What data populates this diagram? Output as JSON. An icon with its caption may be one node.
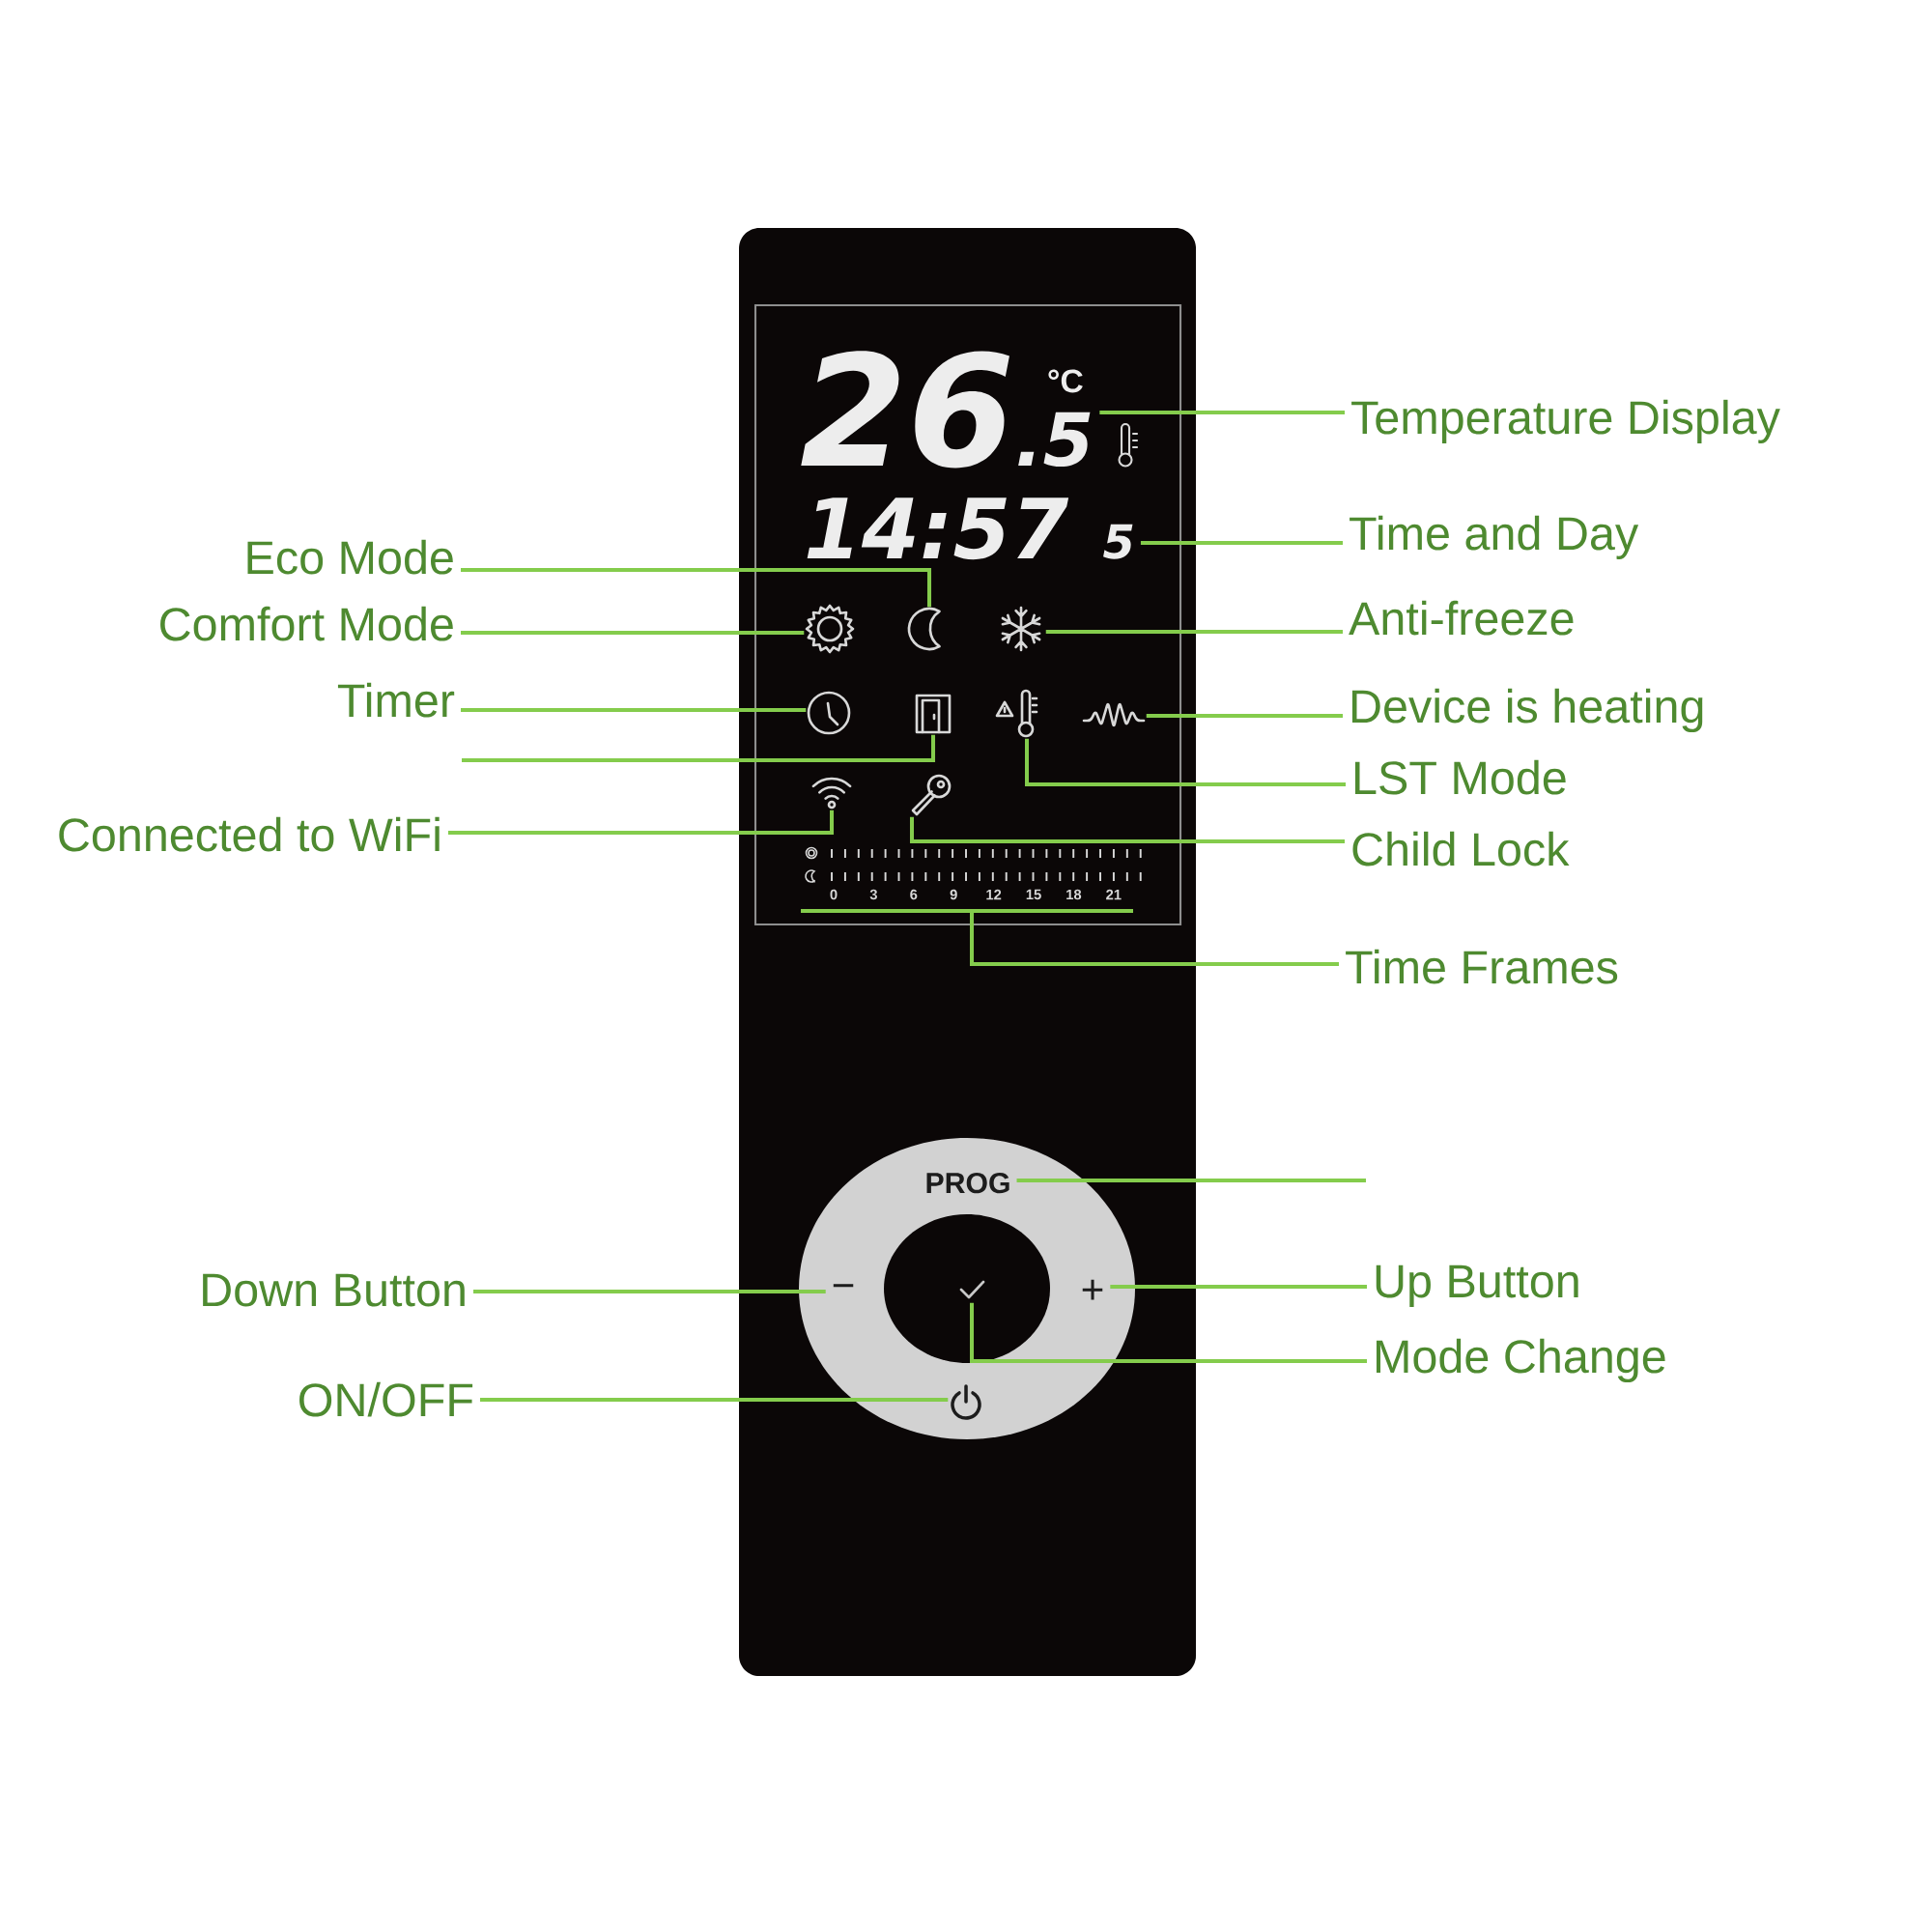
{
  "diagram": {
    "nodes": [
      {
        "text": [
          "26",
          "°C",
          ".5"
        ]
      },
      {
        "text": [
          "Temperature Display"
        ]
      },
      {
        "text": [
          "14:57",
          "5"
        ]
      },
      {
        "text": [
          "Time and Day"
        ]
      },
      {
        "text": [
          "Eco Mode"
        ]
      },
      {
        "text": [],
        "shape": "moon"
      },
      {
        "text": [
          "Comfort Mode"
        ]
      },
      {
        "text": [],
        "shape": "sun"
      },
      {
        "text": [],
        "shape": "snowflake"
      },
      {
        "text": [
          "Anti-freeze"
        ]
      },
      {
        "text": [
          "Timer"
        ]
      },
      {
        "text": [],
        "shape": "clock"
      },
      {
        "text": [],
        "shape": "door"
      },
      {
        "text": [],
        "shape": "thermometer"
      },
      {
        "text": [],
        "shape": "wave"
      },
      {
        "text": [
          "Device is heating"
        ]
      },
      {
        "text": [
          "LST Mode"
        ]
      },
      {
        "text": [],
        "shape": "wifi"
      },
      {
        "text": [],
        "shape": "key"
      },
      {
        "text": [
          "Connected to WiFi"
        ]
      },
      {
        "text": [
          "Child Lock"
        ]
      },
      {
        "text": [],
        "shape": "timeline",
        "beside": [
          "0",
          "3",
          "6",
          "9",
          "12",
          "15",
          "18",
          "21"
        ]
      },
      {
        "text": [
          "Time Frames"
        ]
      },
      {
        "text": [
          "PROG"
        ]
      },
      {
        "text": [
          "Down Button"
        ]
      },
      {
        "text": [
          "−"
        ]
      },
      {
        "text": [],
        "shape": "check"
      },
      {
        "text": [
          "+"
        ]
      },
      {
        "text": [
          "Up Button"
        ]
      },
      {
        "text": [
          "Mode Change"
        ]
      },
      {
        "text": [
          "ON/OFF"
        ]
      },
      {
        "text": [],
        "shape": "power"
      }
    ],
    "edges": [
      {
        "from": 1,
        "to": 0,
        "arrow": "none"
      },
      {
        "from": 3,
        "to": 2,
        "arrow": "none"
      },
      {
        "from": 4,
        "to": 5,
        "arrow": "none"
      },
      {
        "from": 6,
        "to": 7,
        "arrow": "none"
      },
      {
        "from": 9,
        "to": 8,
        "arrow": "none"
      },
      {
        "from": 10,
        "to": 11,
        "arrow": "none"
      },
      {
        "from": 12,
        "to": null,
        "arrow": "none"
      },
      {
        "from": 15,
        "to": 14,
        "arrow": "none"
      },
      {
        "from": 16,
        "to": 13,
        "arrow": "none"
      },
      {
        "from": 19,
        "to": 17,
        "arrow": "none"
      },
      {
        "from": 20,
        "to": 18,
        "arrow": "none"
      },
      {
        "from": 22,
        "to": 21,
        "arrow": "none"
      },
      {
        "from": 23,
        "to": null,
        "arrow": "none"
      },
      {
        "from": 24,
        "to": 25,
        "arrow": "none"
      },
      {
        "from": 28,
        "to": 27,
        "arrow": "none"
      },
      {
        "from": 29,
        "to": 26,
        "arrow": "none"
      },
      {
        "from": 30,
        "to": 31,
        "arrow": "none"
      }
    ]
  }
}
